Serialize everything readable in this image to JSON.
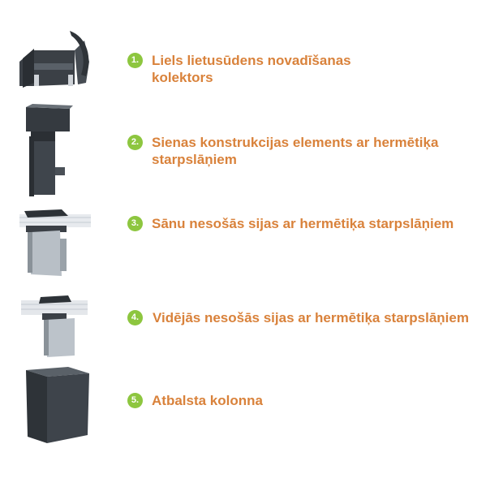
{
  "colors": {
    "badge": "#8dc63f",
    "label": "#d9823b"
  },
  "items": [
    {
      "number": "1.",
      "line1": "Liels lietusūdens novadīšanas",
      "line2": "kolektors",
      "icon": "rain-gutter-collector-icon"
    },
    {
      "number": "2.",
      "line1": "Sienas konstrukcijas elements ar hermētiķa",
      "line2": "starpslāņiem",
      "icon": "wall-profile-element-icon"
    },
    {
      "number": "3.",
      "line1": "Sānu nesošās sijas ar hermētiķa starpslāņiem",
      "line2": "",
      "icon": "side-support-beam-icon"
    },
    {
      "number": "4.",
      "line1": "Vidējās nesošās sijas ar hermētiķa starpslāņiem",
      "line2": "",
      "icon": "middle-support-beam-icon"
    },
    {
      "number": "5.",
      "line1": "Atbalsta kolonna",
      "line2": "",
      "icon": "support-column-icon"
    }
  ]
}
